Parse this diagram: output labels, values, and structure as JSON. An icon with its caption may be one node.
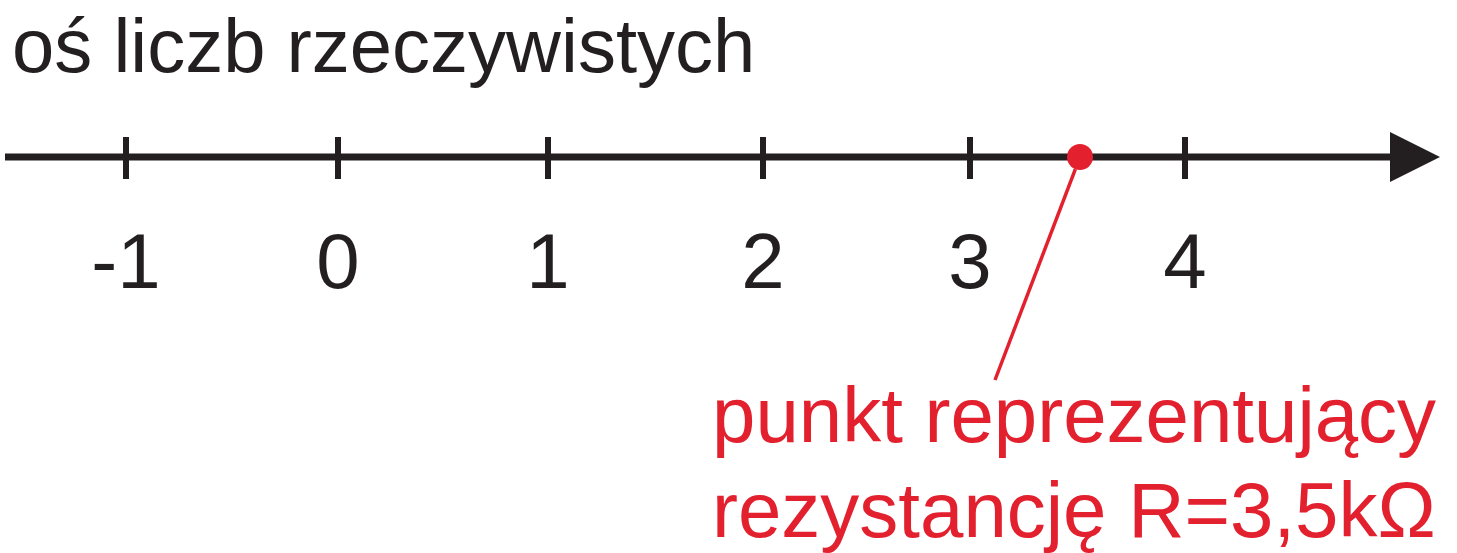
{
  "diagram": {
    "title": "oś liczb rzeczywistych",
    "nodes": [
      {
        "text": [],
        "shape": "circle"
      },
      {
        "text": [
          "punkt reprezentujący rezystancję R=3,5kΩ"
        ]
      }
    ],
    "edges": [
      {
        "from": 1,
        "to": 0,
        "arrow": "none"
      }
    ],
    "labels": [
      "-1",
      "0",
      "1",
      "2",
      "3",
      "4"
    ]
  }
}
